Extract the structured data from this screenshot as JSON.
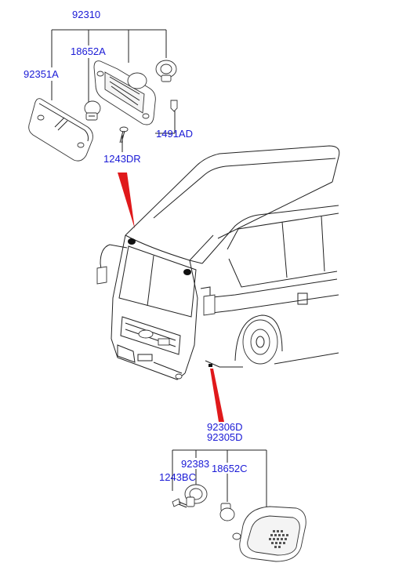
{
  "colors": {
    "label": "#1a1ad6",
    "line": "#222222",
    "arrow": "#e0191b"
  },
  "labels": {
    "upper_assembly": "92310",
    "upper_bulb": "18652A",
    "upper_lens": "92351A",
    "upper_clip": "1491AD",
    "upper_screw": "1243DR",
    "side_lamp_1": "92306D",
    "side_lamp_2": "92305D",
    "side_socket": "92383",
    "side_screw": "1243BC",
    "side_bulb": "18652C"
  }
}
